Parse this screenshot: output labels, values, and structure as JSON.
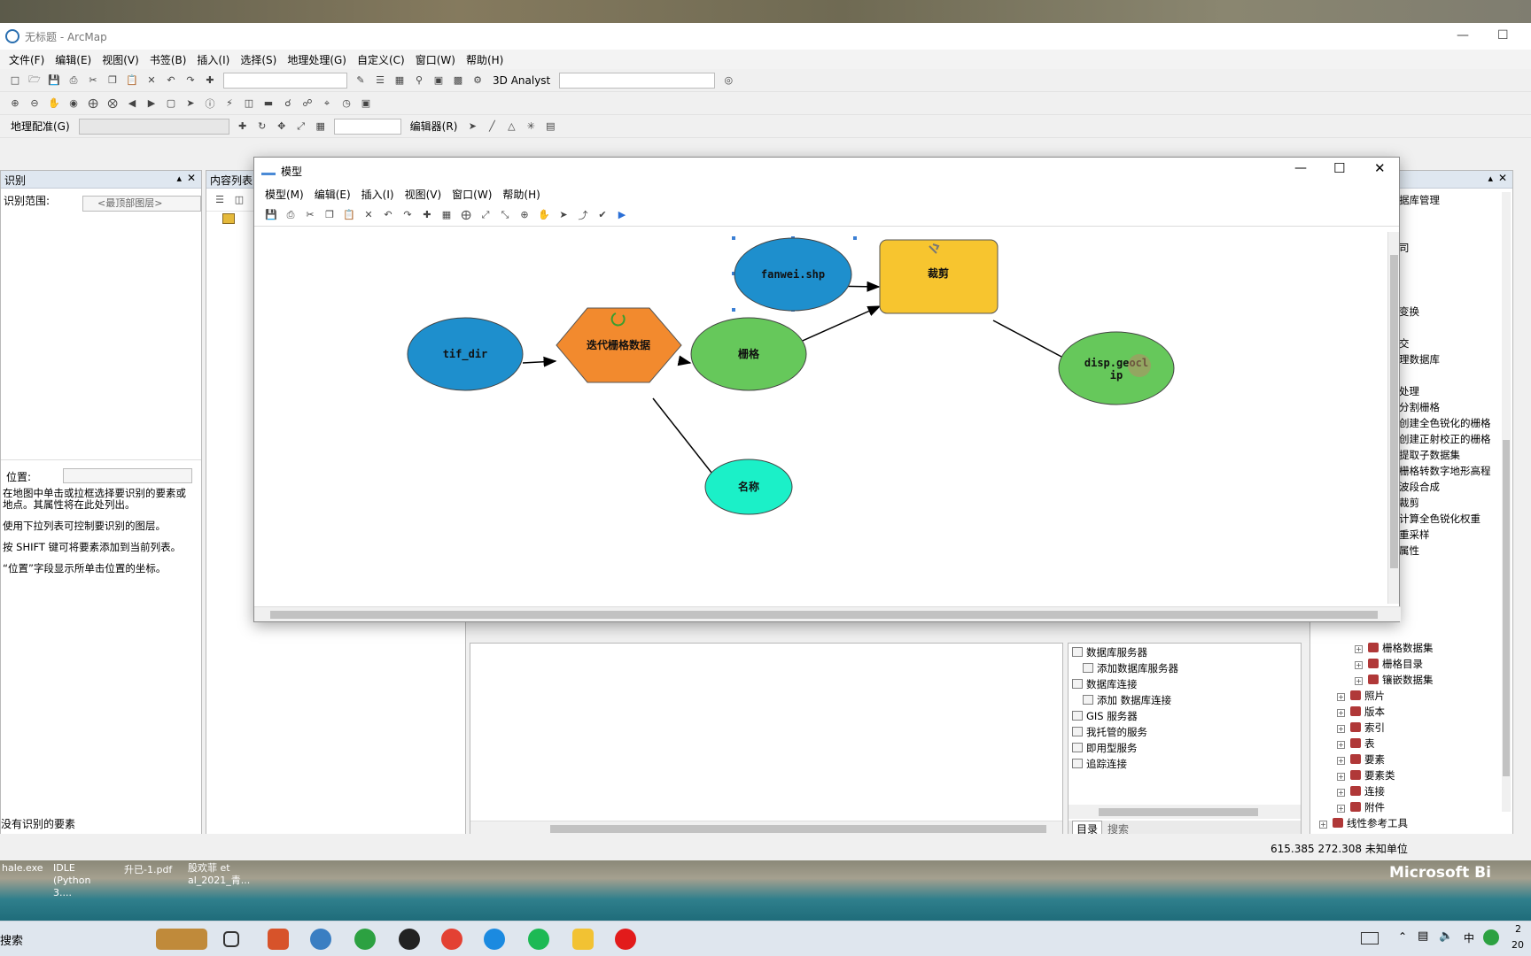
{
  "arcmap": {
    "title": "无标题 - ArcMap",
    "menus": [
      "文件(F)",
      "编辑(E)",
      "视图(V)",
      "书签(B)",
      "插入(I)",
      "选择(S)",
      "地理处理(G)",
      "自定义(C)",
      "窗口(W)",
      "帮助(H)"
    ],
    "toolbar": {
      "analyst_label": "3D Analyst",
      "georef_label": "地理配准(G)",
      "editor_label": "编辑器(R)"
    }
  },
  "identify_panel": {
    "title": "识别",
    "range_label": "识别范围:",
    "range_value": "<最顶部图层>",
    "location_label": "位置:",
    "help_lines": [
      "在地图中单击或拉框选择要识别的要素或",
      "地点。其属性将在此处列出。",
      "使用下拉列表可控制要识别的图层。",
      "按 SHIFT 键可将要素添加到当前列表。",
      "“位置”字段显示所单击位置的坐标。"
    ],
    "status": "没有识别的要素"
  },
  "toc_panel": {
    "title": "内容列表"
  },
  "catalog": {
    "items": [
      "数据库服务器",
      "添加数据库服务器",
      "数据库连接",
      "添加 数据库连接",
      "GIS 服务器",
      "我托管的服务",
      "即用型服务",
      "追踪连接"
    ],
    "tabs": [
      "目录",
      "搜索"
    ]
  },
  "toolbox": {
    "right_top": [
      "据库管理",
      "司",
      "变换",
      "交",
      "理数据库",
      "处理",
      "分割栅格",
      "创建全色锐化的栅格",
      "创建正射校正的栅格",
      "提取子数据集",
      "栅格转数字地形高程",
      "波段合成",
      "裁剪",
      "计算全色锐化权重",
      "重采样",
      "属性"
    ],
    "tree": [
      "栅格数据集",
      "栅格目录",
      "镶嵌数据集",
      "照片",
      "版本",
      "索引",
      "表",
      "要素",
      "要素类",
      "连接",
      "附件",
      "线性参考工具"
    ]
  },
  "status_bar": {
    "coords": "615.385  272.308 未知单位"
  },
  "model_window": {
    "title": "模型",
    "menus": [
      "模型(M)",
      "编辑(E)",
      "插入(I)",
      "视图(V)",
      "窗口(W)",
      "帮助(H)"
    ],
    "nodes": {
      "tif_dir": "tif_dir",
      "iterate": "迭代栅格数据",
      "raster": "栅格",
      "name": "名称",
      "fanwei": "fanwei.shp",
      "clip": "裁剪",
      "output_line1": "disp.geocl",
      "output_line2": "ip"
    },
    "colors": {
      "blue": "#1e8fcd",
      "orange": "#f28a2e",
      "green": "#66c85b",
      "yellow": "#f7c52f",
      "cyan": "#1bf0c8"
    }
  },
  "taskbar": {
    "search": "搜索",
    "clock_date": "20",
    "clock_top": "2",
    "ime": "中",
    "desktop_items": [
      "hale.exe",
      "IDLE (Python 3....",
      "升已-1.pdf",
      "股欢菲 et al_2021_青..."
    ]
  },
  "desktop": {
    "brand": "Microsoft Bi"
  }
}
